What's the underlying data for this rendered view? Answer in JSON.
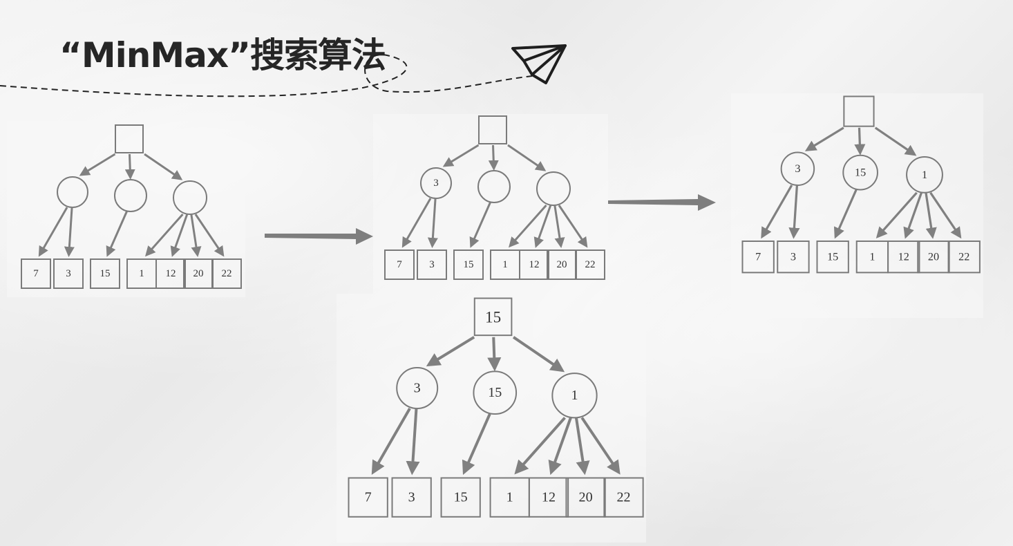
{
  "title": "“MinMax”搜索算法",
  "colors": {
    "node_stroke": "#7a7a7a",
    "arrow": "#808080",
    "text": "#262626"
  },
  "icons": {
    "decoration": "paper-plane-icon"
  },
  "trees": [
    {
      "root": "",
      "children": [
        {
          "label": "",
          "leaves": [
            "7",
            "3"
          ]
        },
        {
          "label": "",
          "leaves": [
            "15"
          ]
        },
        {
          "label": "",
          "leaves": [
            "1",
            "12",
            "20",
            "22"
          ]
        }
      ]
    },
    {
      "root": "",
      "children": [
        {
          "label": "3",
          "leaves": [
            "7",
            "3"
          ]
        },
        {
          "label": "",
          "leaves": [
            "15"
          ]
        },
        {
          "label": "",
          "leaves": [
            "1",
            "12",
            "20",
            "22"
          ]
        }
      ]
    },
    {
      "root": "",
      "children": [
        {
          "label": "3",
          "leaves": [
            "7",
            "3"
          ]
        },
        {
          "label": "15",
          "leaves": [
            "15"
          ]
        },
        {
          "label": "1",
          "leaves": [
            "1",
            "12",
            "20",
            "22"
          ]
        }
      ]
    },
    {
      "root": "15",
      "children": [
        {
          "label": "3",
          "leaves": [
            "7",
            "3"
          ]
        },
        {
          "label": "15",
          "leaves": [
            "15"
          ]
        },
        {
          "label": "1",
          "leaves": [
            "1",
            "12",
            "20",
            "22"
          ]
        }
      ]
    }
  ]
}
